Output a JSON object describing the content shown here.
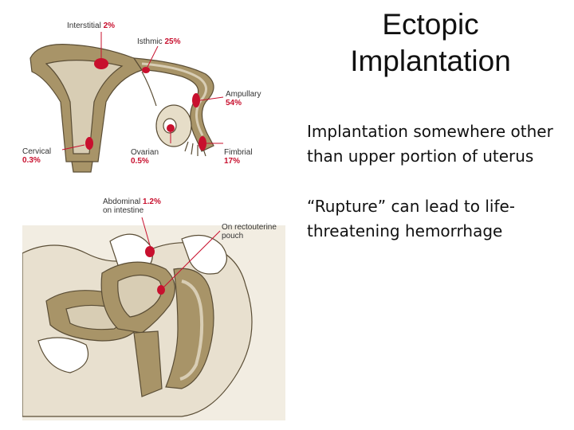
{
  "slide": {
    "title_line1": "Ectopic",
    "title_line2": "Implantation",
    "bullets": [
      "Implantation somewhere other than upper portion of uterus",
      "“Rupture” can lead to life-threatening hemorrhage"
    ]
  },
  "figure": {
    "labels": {
      "interstitial": {
        "name": "Interstitial",
        "pct": "2%"
      },
      "isthmic": {
        "name": "Isthmic",
        "pct": "25%"
      },
      "ampullary": {
        "name": "Ampullary",
        "pct": "54%"
      },
      "cervical": {
        "name": "Cervical",
        "pct": "0.3%"
      },
      "ovarian": {
        "name": "Ovarian",
        "pct": "0.5%"
      },
      "fimbrial": {
        "name": "Fimbrial",
        "pct": "17%"
      },
      "abdominal": {
        "name": "Abdominal",
        "pct": "1.2%",
        "sub": "on intestine"
      },
      "rectouterine": {
        "line1": "On rectouterine",
        "line2": "pouch"
      }
    },
    "colors": {
      "tissue": "#a89468",
      "tissue_light": "#d8cdb4",
      "outline": "#5a4d35",
      "implant": "#c8102e"
    }
  }
}
